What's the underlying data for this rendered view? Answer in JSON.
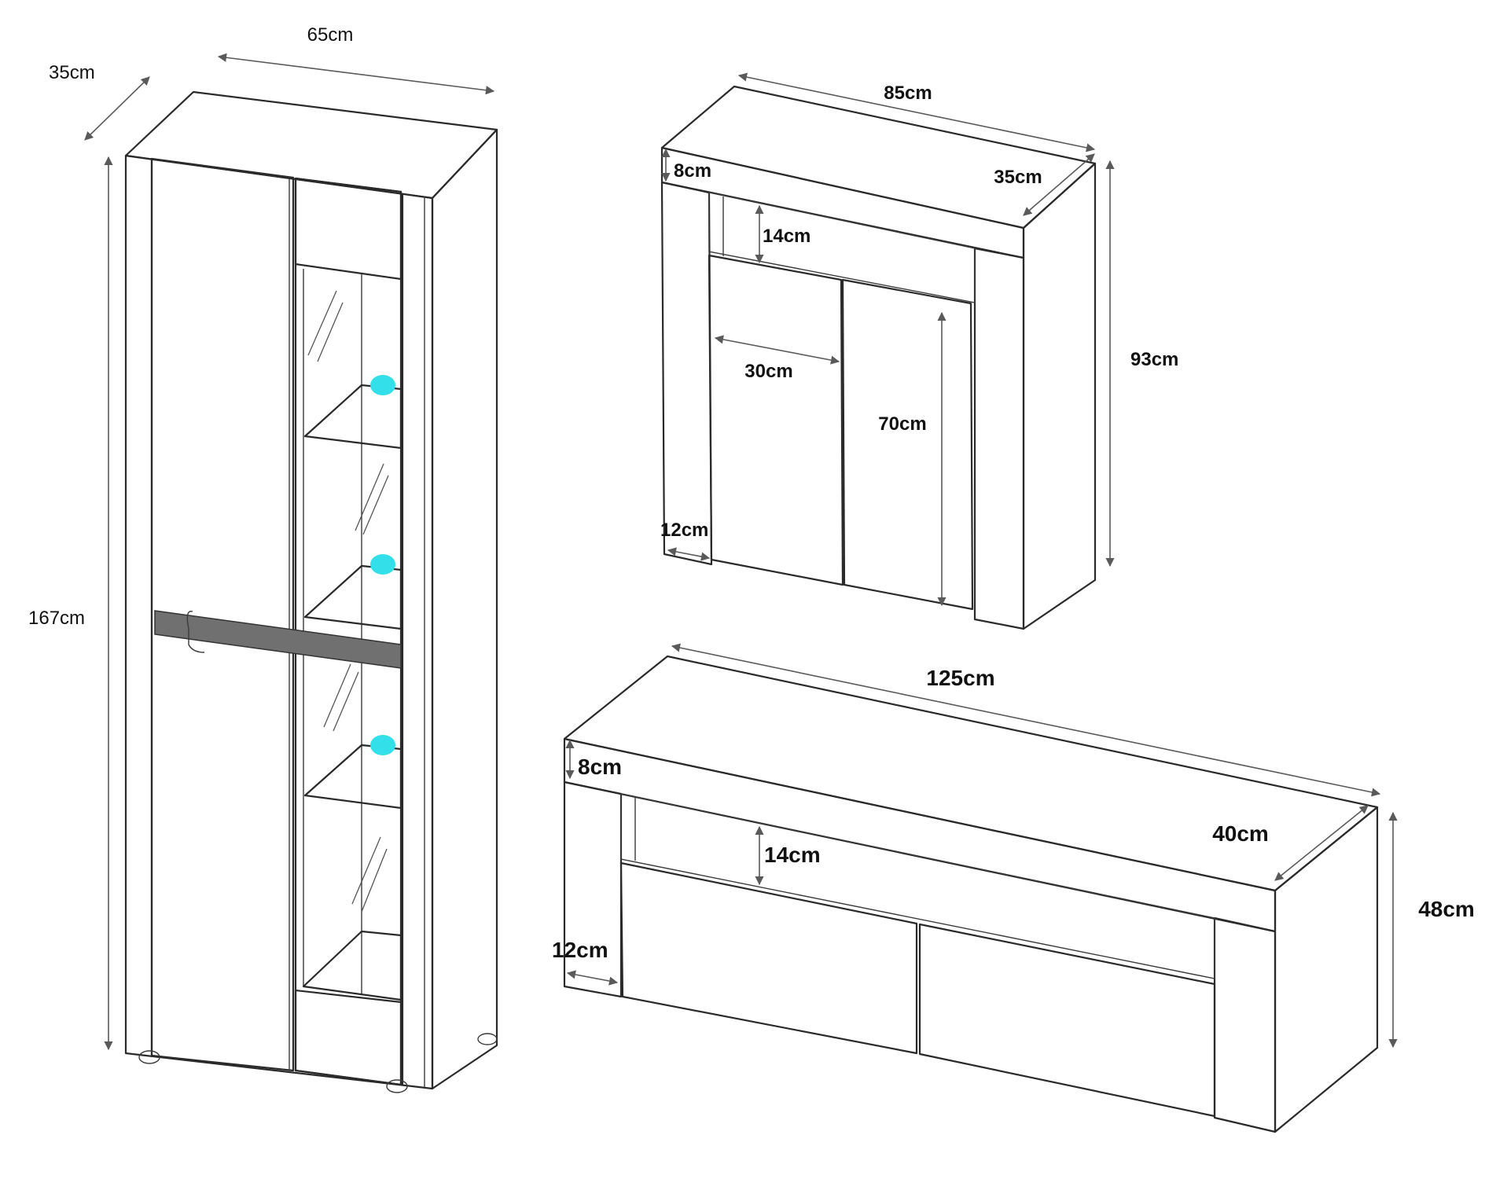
{
  "colors": {
    "line": "#2a2a2a",
    "dimension_line": "#5a5a5a",
    "shelf_light": "#33e0ea",
    "handle": "#707070",
    "background": "#ffffff"
  },
  "vitrine": {
    "width_label": "65cm",
    "depth_label": "35cm",
    "height_label": "167cm"
  },
  "sideboard": {
    "width_label": "85cm",
    "depth_label": "35cm",
    "height_label": "93cm",
    "top_thickness_label": "8cm",
    "niche_height_label": "14cm",
    "door_width_label": "30cm",
    "door_height_label": "70cm",
    "side_width_label": "12cm"
  },
  "tv_unit": {
    "width_label": "125cm",
    "depth_label": "40cm",
    "height_label": "48cm",
    "top_thickness_label": "8cm",
    "niche_height_label": "14cm",
    "side_width_label": "12cm"
  }
}
